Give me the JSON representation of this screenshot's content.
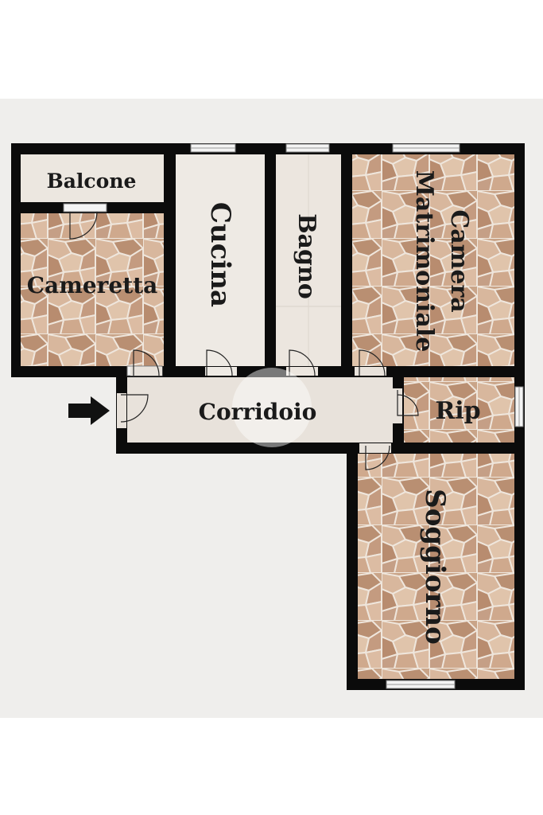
{
  "floorplan": {
    "rooms": {
      "balcone": "Balcone",
      "cameretta": "Cameretta",
      "cucina": "Cucina",
      "bagno": "Bagno",
      "camera_line1": "Camera",
      "camera_line2": "Matrimoniale",
      "corridoio": "Corridoio",
      "ripostiglio": "Rip",
      "soggiorno": "Soggiorno"
    },
    "colors": {
      "background": "#efeeec",
      "wall": "#0b0b0b",
      "stone_floor": "#c9a488",
      "light_floor": "#ece7e0",
      "corridor_floor": "#e8e2db",
      "window": "#f4f4f4"
    },
    "icons": [
      "entrance-arrow-icon",
      "watermark-logo-icon"
    ]
  }
}
